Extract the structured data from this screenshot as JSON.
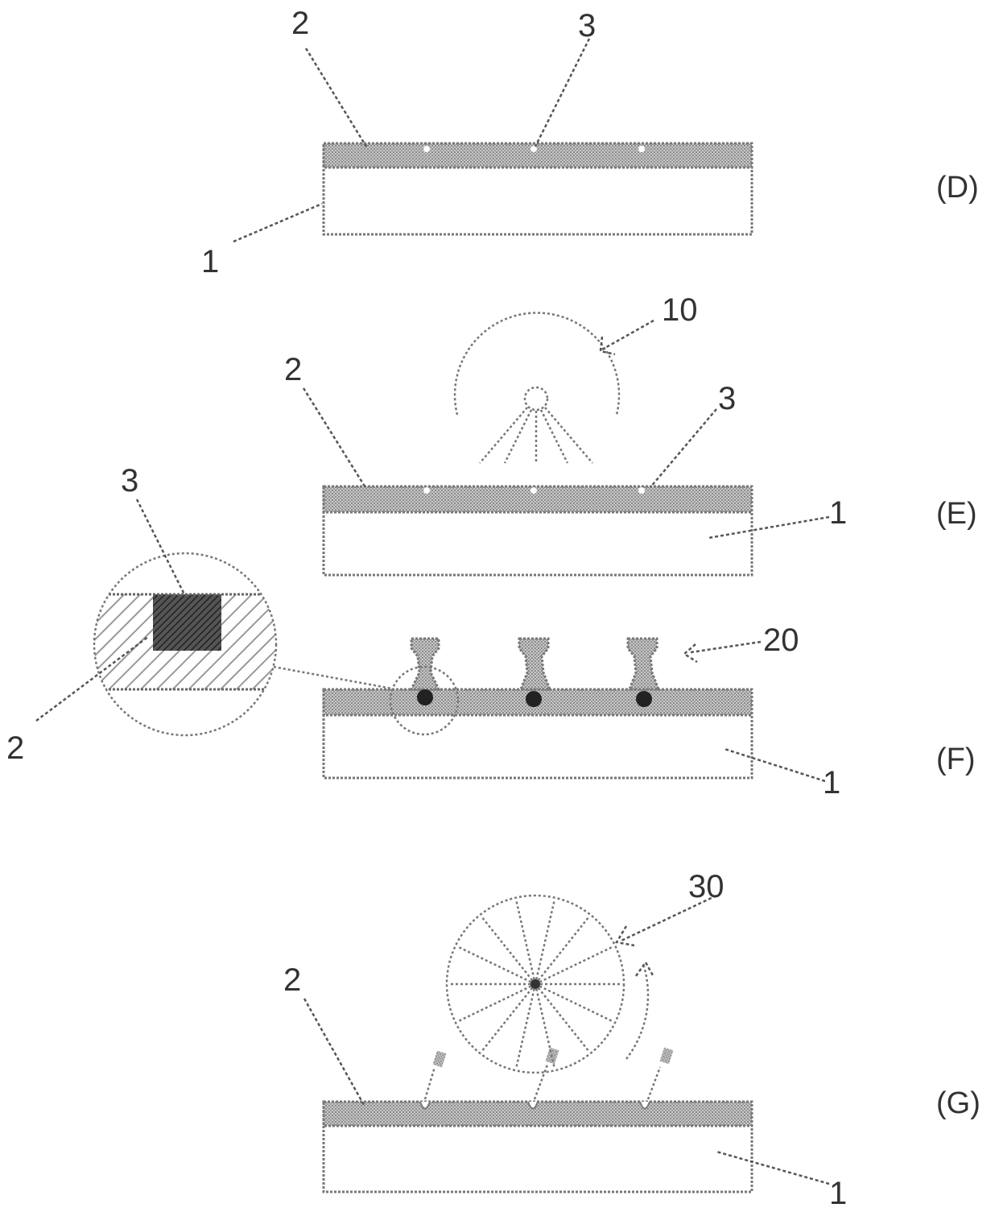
{
  "panels": {
    "D": {
      "step": "(D)",
      "labels": {
        "layer": "2",
        "dot": "3",
        "substrate": "1"
      }
    },
    "E": {
      "step": "(E)",
      "labels": {
        "source": "10",
        "layer": "2",
        "dot": "3",
        "substrate": "1"
      }
    },
    "F": {
      "step": "(F)",
      "labels": {
        "deposit": "20",
        "zoom_dot": "3",
        "zoom_layer": "2",
        "substrate": "1"
      }
    },
    "G": {
      "step": "(G)",
      "labels": {
        "roller": "30",
        "layer": "2",
        "substrate": "1"
      }
    }
  },
  "colors": {
    "ink": "#333333",
    "hatch": "#999999",
    "dot": "#222222"
  }
}
